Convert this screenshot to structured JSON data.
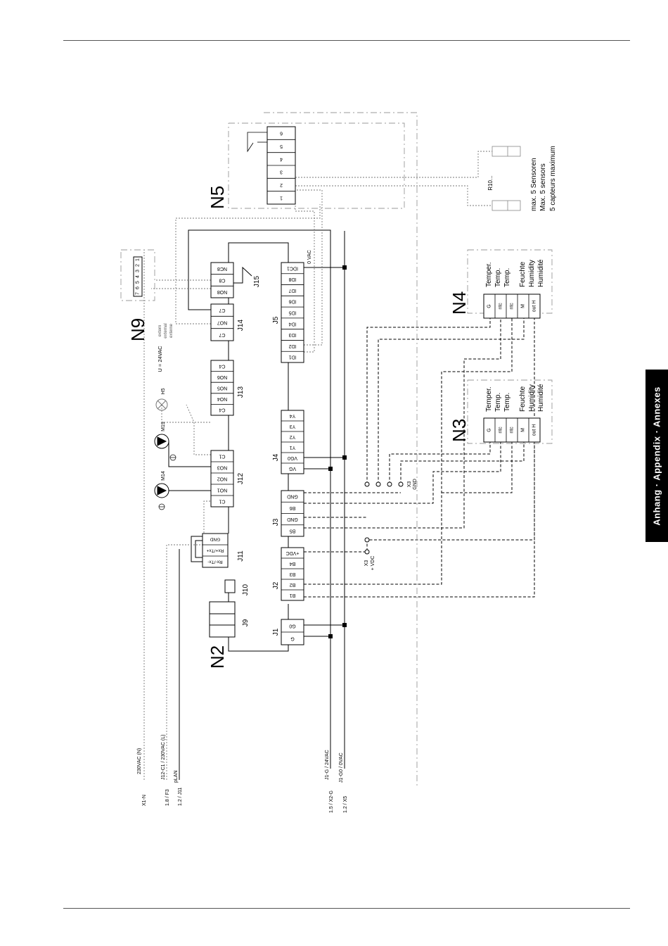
{
  "side_tab": "Anhang · Appendix · Annexes",
  "modules": {
    "n2": "N2",
    "n3": "N3",
    "n4": "N4",
    "n5": "N5",
    "n9": "N9"
  },
  "connectors": {
    "j1": "J1",
    "j2": "J2",
    "j3": "J3",
    "j4": "J4",
    "j5": "J5",
    "j9": "J9",
    "j10": "J10",
    "j11": "J11",
    "j12": "J12",
    "j13": "J13",
    "j14": "J14",
    "j15": "J15"
  },
  "terminals": {
    "j1": [
      "G0",
      "G"
    ],
    "j2": [
      "+VDC",
      "B4",
      "B3",
      "B2",
      "B1"
    ],
    "j3": [
      "GND",
      "B6",
      "GND",
      "B5"
    ],
    "j4": [
      "Y4",
      "Y3",
      "Y2",
      "Y1",
      "VG0",
      "VG"
    ],
    "j5": [
      "IDC1",
      "ID8",
      "ID7",
      "ID6",
      "ID5",
      "ID4",
      "ID3",
      "ID2",
      "ID1"
    ],
    "j11": [
      "GND",
      "Rx+/Tx+",
      "Rx-/Tx-"
    ],
    "j12": [
      "C1",
      "NO3",
      "NO2",
      "NO1",
      "C1"
    ],
    "j13": [
      "C4",
      "NO6",
      "NO5",
      "NO4",
      "C4"
    ],
    "j14": [
      "C7",
      "NO7",
      "C7"
    ],
    "j15": [
      "NC8",
      "C8",
      "NO8"
    ],
    "n5": [
      "6",
      "5",
      "4",
      "3",
      "2",
      "1"
    ],
    "n9": [
      "1",
      "2",
      "3",
      "4",
      "5",
      "6",
      "7"
    ],
    "sensor": [
      "G",
      "ntc",
      "ntc",
      "M",
      "out H"
    ]
  },
  "components": {
    "m14": "M14",
    "m19": "M19",
    "h5": "H5",
    "r10": "R10..."
  },
  "labels": {
    "vac0": "0 VAC",
    "u24": "U = 24VAC",
    "ext1": "extern",
    "ext2": "external",
    "ext3": "externe",
    "x3_gnd_1": "X3",
    "x3_gnd_2": "GND",
    "x3_vdc_1": "X3",
    "x3_vdc_2": "+ VDC"
  },
  "sensor_text": [
    "Temper.",
    "Temp.",
    "Temp.",
    "Feuchte",
    "Humidity",
    "Humidité"
  ],
  "n5_note": [
    "max. 5 Sensoren",
    "Max. 5 sensors",
    "5 capteurs maximum"
  ],
  "wires": {
    "w1_left": "X1-N",
    "w1_right": "230VAC (N)",
    "w2_left": "1.8 / F3",
    "w2_right": "J12-C1 / 230VAC (L)",
    "w3_left": "1.2 / J11",
    "w3_right": "pLAN",
    "w4_left": "1.5 / X2-G",
    "w4_right": "J1-G / 24VAC",
    "w5_left": "1.2 / X5",
    "w5_right": "J1-G0 / 0VAC"
  }
}
